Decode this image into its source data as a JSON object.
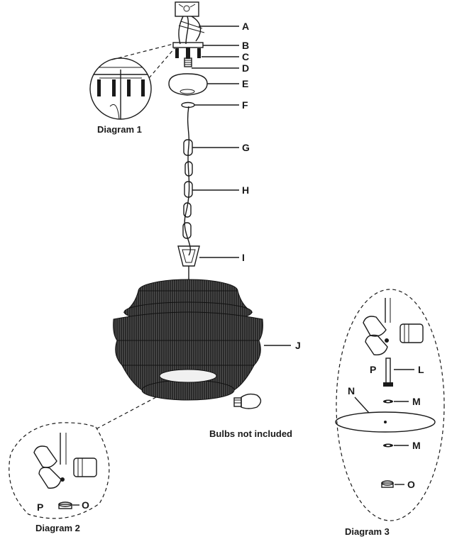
{
  "labels": {
    "A": "A",
    "B": "B",
    "C": "C",
    "D": "D",
    "E": "E",
    "F": "F",
    "G": "G",
    "H": "H",
    "I": "I",
    "J": "J",
    "L": "L",
    "M": "M",
    "N": "N",
    "O": "O",
    "P": "P"
  },
  "captions": {
    "diagram1": "Diagram 1",
    "diagram2": "Diagram 2",
    "diagram3": "Diagram 3",
    "bulbs": "Bulbs not included"
  }
}
